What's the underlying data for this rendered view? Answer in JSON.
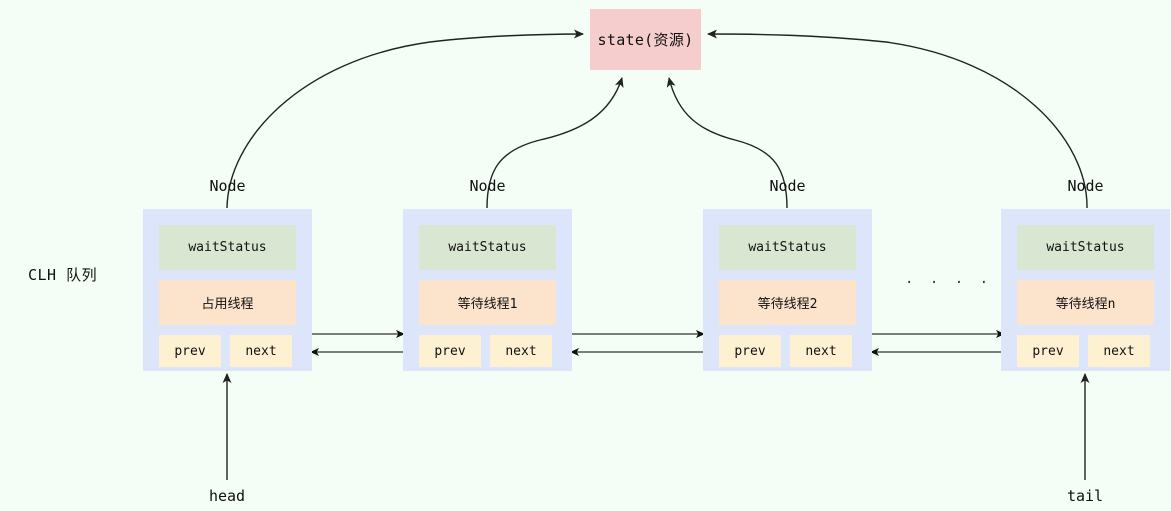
{
  "diagram": {
    "title_label": "CLH 队列",
    "background_color": "#f4fdf6",
    "state": {
      "label": "state(资源)",
      "color": "#f6cdcd"
    },
    "node_title": "Node",
    "separator_dots": ". . . . . . .",
    "colors": {
      "node": "#dce5fa",
      "wait_status": "#d9e7d2",
      "thread": "#fce3cc",
      "pointer": "#fdf1d2",
      "state": "#f6cdcd",
      "arrow": "#444444",
      "curve": "#222222"
    },
    "nodes": [
      {
        "title": "Node",
        "wait_status": "waitStatus",
        "thread": "占用线程",
        "prev": "prev",
        "next": "next"
      },
      {
        "title": "Node",
        "wait_status": "waitStatus",
        "thread": "等待线程1",
        "prev": "prev",
        "next": "next"
      },
      {
        "title": "Node",
        "wait_status": "waitStatus",
        "thread": "等待线程2",
        "prev": "prev",
        "next": "next"
      },
      {
        "title": "Node",
        "wait_status": "waitStatus",
        "thread": "等待线程n",
        "prev": "prev",
        "next": "next"
      }
    ],
    "endpoints": {
      "head": "head",
      "tail": "tail"
    }
  }
}
